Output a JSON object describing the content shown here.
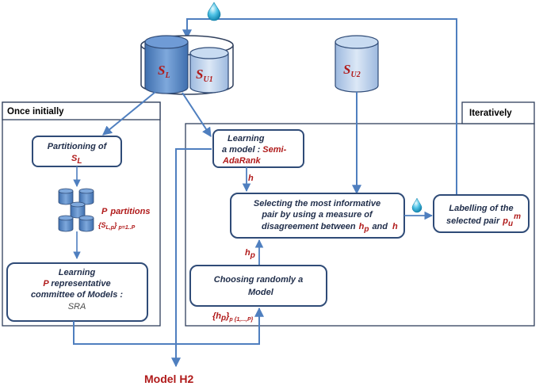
{
  "colors": {
    "node_fill": "#ffffff",
    "node_stroke": "#2f4b77",
    "arrow": "#4f7fbf",
    "cylinder_dark": "#5b8ccb",
    "cylinder_light": "#b8cde9",
    "label_red": "#b01a1a"
  },
  "icons": {
    "drop": "teardrop-icon"
  },
  "stores": {
    "sl_main": "S",
    "sl_sub": "L",
    "su1_main": "S",
    "su1_sub": "U1",
    "su2_main": "S",
    "su2_sub": "U2"
  },
  "panels": {
    "once_title": "Once initially",
    "iter_title": "Iteratively"
  },
  "nodes": {
    "partitioning_line1": "Partitioning of",
    "partitioning_s": "S",
    "partitioning_sub": "L",
    "partitions_p": "P",
    "partitions_label": "partitions",
    "partitions_formula": "{S",
    "partitions_formula_sub": "L,p",
    "partitions_formula_end": "}",
    "partitions_range": "p=1..P",
    "committee_line1": "Learning",
    "committee_p": "P",
    "committee_line2": "representative",
    "committee_line3": "committee of Models :",
    "committee_line4": "SRA",
    "learn_line1": "Learning",
    "learn_line2": "a model :",
    "learn_semi": "Semi-",
    "learn_ada": "AdaRank",
    "select_line1": "Selecting the most informative",
    "select_line2": "pair  by using a measure of",
    "select_line3": "disagreement between",
    "select_hp": "h",
    "select_hp_sub": "p",
    "select_and": "and",
    "select_h": "h",
    "label_line1": "Labelling of  the",
    "label_line2": "selected pair",
    "label_pu": "p",
    "label_pu_sub": "u",
    "label_pu_sup": "m",
    "choose_line1": "Choosing randomly a",
    "choose_line2": "Model"
  },
  "edge_labels": {
    "h": "h",
    "hp": "h",
    "hp_sub": "p",
    "hp_set": "{h",
    "hp_set_sub": "p",
    "hp_set_close": "}",
    "hp_set_range": "p {1,...,P}"
  },
  "output": {
    "model": "Model H2"
  }
}
